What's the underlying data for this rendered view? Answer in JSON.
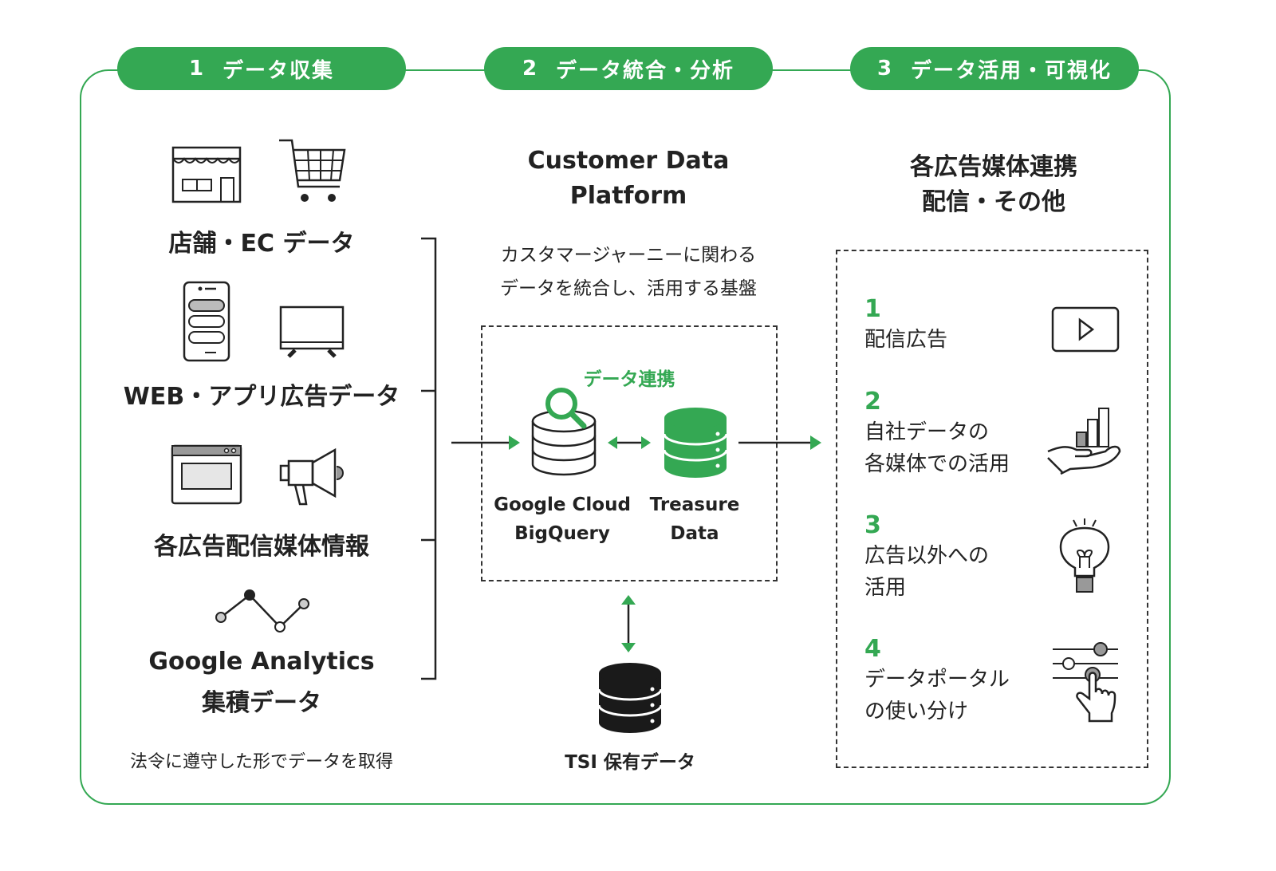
{
  "colors": {
    "accent": "#34a853",
    "dark": "#222222"
  },
  "steps": [
    {
      "num": "1",
      "label": "データ収集"
    },
    {
      "num": "2",
      "label": "データ統合・分析"
    },
    {
      "num": "3",
      "label": "データ活用・可視化"
    }
  ],
  "collection": {
    "groups": [
      {
        "label": "店舗・EC データ",
        "icons": [
          "store-icon",
          "shopping-cart-icon"
        ]
      },
      {
        "label": "WEB・アプリ広告データ",
        "icons": [
          "smartphone-icon",
          "monitor-icon"
        ]
      },
      {
        "label": "各広告配信媒体情報",
        "icons": [
          "browser-window-icon",
          "megaphone-icon"
        ]
      },
      {
        "label_line1": "Google Analytics",
        "label_line2": "集積データ",
        "icons": [
          "line-chart-icon"
        ]
      }
    ],
    "footnote": "法令に遵守した形でデータを取得"
  },
  "cdp": {
    "title_line1": "Customer Data",
    "title_line2": "Platform",
    "desc_line1": "カスタマージャーニーに関わる",
    "desc_line2": "データを統合し、活用する基盤",
    "link_label": "データ連携",
    "db1_line1": "Google Cloud",
    "db1_line2": "BigQuery",
    "db2_line1": "Treasure",
    "db2_line2": "Data",
    "tsi_label": "TSI 保有データ"
  },
  "usage": {
    "title_line1": "各広告媒体連携",
    "title_line2": "配信・その他",
    "items": [
      {
        "num": "1",
        "line1": "配信広告",
        "line2": "",
        "icon": "video-play-icon"
      },
      {
        "num": "2",
        "line1": "自社データの",
        "line2": "各媒体での活用",
        "icon": "hand-chart-icon"
      },
      {
        "num": "3",
        "line1": "広告以外への",
        "line2": "活用",
        "icon": "lightbulb-icon"
      },
      {
        "num": "4",
        "line1": "データポータル",
        "line2": "の使い分け",
        "icon": "slider-tap-icon"
      }
    ]
  }
}
